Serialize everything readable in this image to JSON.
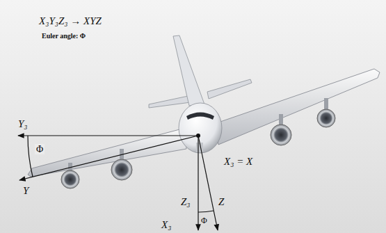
{
  "diagram": {
    "labels": [
      "X₃Y₃Z₃ → XYZ",
      "Euler angle: Φ",
      "Y₃",
      "Φ",
      "Y",
      "X₃ = X",
      "Z₃",
      "Φ",
      "Z",
      "X₃"
    ]
  }
}
